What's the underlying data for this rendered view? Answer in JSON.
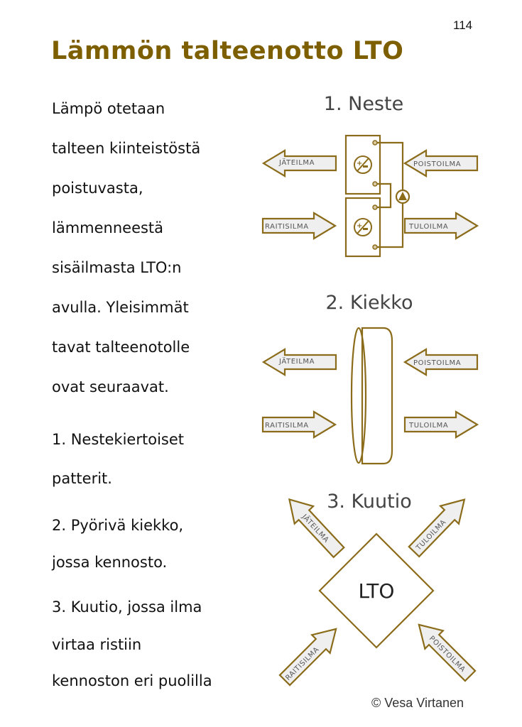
{
  "page_number": "114",
  "title": "Lämmön talteenotto LTO",
  "body_lines": [
    "Lämpö otetaan",
    "talteen kiinteistöstä",
    "poistuvasta,",
    "lämmenneestä",
    "sisäilmasta LTO:n",
    "avulla. Yleisimmät",
    "tavat talteenotolle",
    "ovat seuraavat."
  ],
  "list_lines": [
    "1. Nestekiertoiset",
    "patterit.",
    "2. Pyörivä kiekko,",
    "jossa kennosto.",
    "3. Kuutio, jossa ilma",
    "virtaa ristiin",
    "kennoston eri puolilla"
  ],
  "diagrams": {
    "neste": {
      "heading": "1. Neste",
      "jateilma": "JÄTEILMA",
      "poistoilma": "POISTOILMA",
      "raitisilma": "RAITISILMA",
      "tuloilma": "TULOILMA"
    },
    "kiekko": {
      "heading": "2. Kiekko",
      "jateilma": "JÄTEILMA",
      "poistoilma": "POISTOILMA",
      "raitisilma": "RAITISILMA",
      "tuloilma": "TULOILMA"
    },
    "kuutio": {
      "heading": "3. Kuutio",
      "center": "LTO",
      "jateilma": "JÄTEILMA",
      "poistoilma": "POISTOILMA",
      "raitisilma": "RAITISILMA",
      "tuloilma": "TULOILMA"
    }
  },
  "credit": "© Vesa Virtanen",
  "colors": {
    "title": "#7d5f00",
    "diagram_stroke": "#8b6c1a",
    "arrow_fill": "#efefef"
  }
}
